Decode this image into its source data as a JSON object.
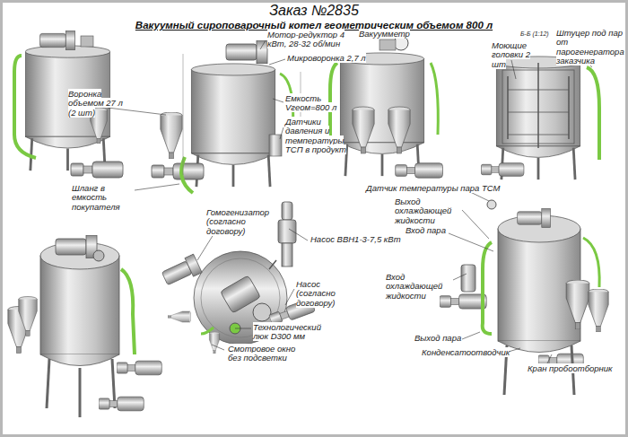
{
  "diagram": {
    "title": "Заказ №2835",
    "labels": [
      "Вакуумный сироповарочный котел геометрическим объемом 800 л",
      "Мотор-редуктор 4 кВт, 28-32 об/мин",
      "Микроворонка 2,7 л",
      "Воронка объемом 27 л (2 шт)",
      "Емкость Vгеом=800 л",
      "Датчики давления и температуры ТСП в продукт",
      "Шланг в емкость покупателя",
      "Вакуумметр",
      "Моющие головки 2 шт",
      "Штуцер под пар от парогенератора заказчика",
      "Б-Б (1:12)",
      "Гомогенизатор (согласно договору)",
      "Насос ВВН1-3-7,5 кВт",
      "Насос (согласно договору)",
      "Технологический люк D300 мм",
      "Смотровое окно без подсветки",
      "Датчик температуры пара ТСМ",
      "Выход охлаждающей жидкости",
      "Вход пара",
      "Вход охлаждающей жидкости",
      "Выход пара",
      "Конденсатоотводчик",
      "Кран пробоотборник"
    ]
  }
}
